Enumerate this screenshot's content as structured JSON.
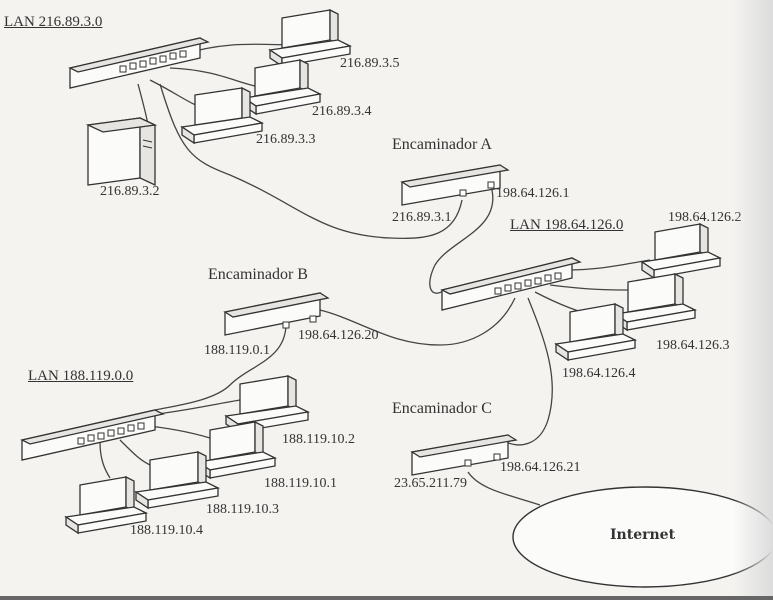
{
  "lans": {
    "lan1": "LAN 216.89.3.0",
    "lan2": "LAN 198.64.126.0",
    "lan3": "LAN 188.119.0.0"
  },
  "routers": {
    "a": {
      "title": "Encaminador A",
      "left_ip": "216.89.3.1",
      "right_ip": "198.64.126.1"
    },
    "b": {
      "title": "Encaminador B",
      "left_ip": "188.119.0.1",
      "right_ip": "198.64.126.20"
    },
    "c": {
      "title": "Encaminador C",
      "left_ip": "23.65.211.79",
      "right_ip": "198.64.126.21"
    }
  },
  "hosts": {
    "h1": "216.89.3.2",
    "h2": "216.89.3.3",
    "h3": "216.89.3.4",
    "h4": "216.89.3.5",
    "h5": "198.64.126.2",
    "h6": "198.64.126.3",
    "h7": "198.64.126.4",
    "h8": "188.119.10.1",
    "h9": "188.119.10.2",
    "h10": "188.119.10.3",
    "h11": "188.119.10.4"
  },
  "cloud": {
    "label": "Internet"
  }
}
